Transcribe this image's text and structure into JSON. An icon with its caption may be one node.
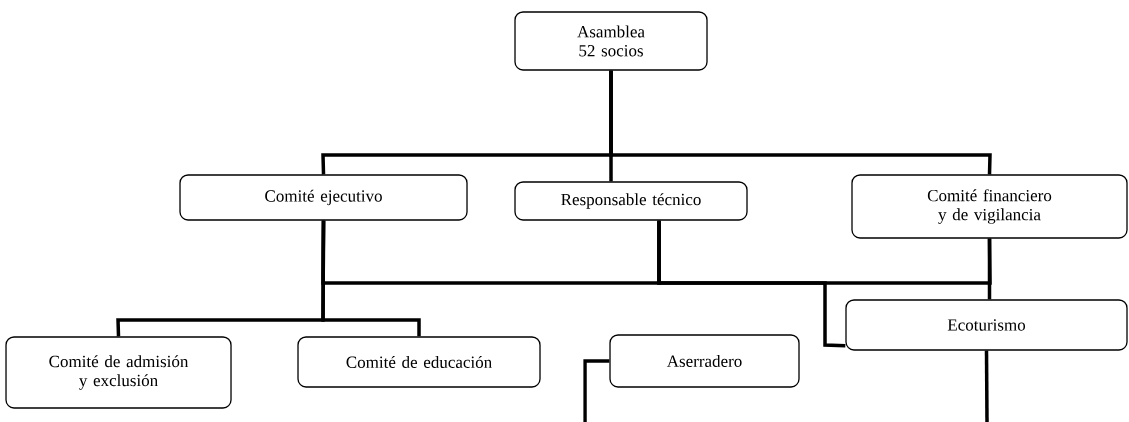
{
  "diagram": {
    "nodes": [
      {
        "text": [
          "Asamblea 52 socios"
        ]
      },
      {
        "text": [
          "Comité ejecutivo"
        ]
      },
      {
        "text": [
          "Responsable técnico"
        ]
      },
      {
        "text": [
          "Comité financiero y de vigilancia"
        ]
      },
      {
        "text": [
          "Comité de admisión y exclusión"
        ]
      },
      {
        "text": [
          "Comité de educación"
        ]
      },
      {
        "text": [
          "Aserradero"
        ]
      },
      {
        "text": [
          "Ecoturismo"
        ]
      }
    ],
    "edges": [
      {
        "from": 0,
        "to": 1,
        "arrow": "none"
      },
      {
        "from": 0,
        "to": 2,
        "arrow": "none"
      },
      {
        "from": 0,
        "to": 3,
        "arrow": "none"
      },
      {
        "from": 1,
        "to": 2,
        "arrow": "none"
      },
      {
        "from": 2,
        "to": 3,
        "arrow": "none"
      },
      {
        "from": 1,
        "to": 4,
        "arrow": "none"
      },
      {
        "from": 1,
        "to": 5,
        "arrow": "none"
      },
      {
        "from": 3,
        "to": 7,
        "arrow": "none"
      },
      {
        "from": 2,
        "to": 7,
        "arrow": "none"
      },
      {
        "from": 6,
        "to": null,
        "arrow": "none"
      },
      {
        "from": 7,
        "to": null,
        "arrow": "none"
      }
    ]
  }
}
